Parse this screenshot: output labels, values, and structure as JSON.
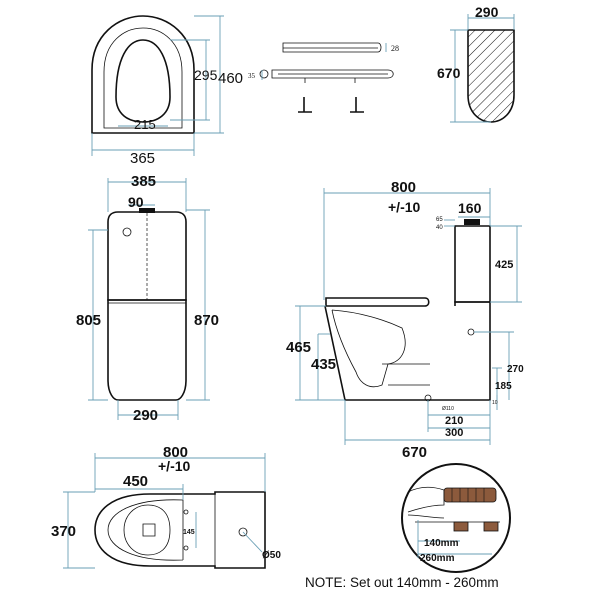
{
  "seat_top": {
    "width": "365",
    "height": "460",
    "inner_height": "295",
    "inner_width": "215"
  },
  "seat_side": {
    "thickness": "28",
    "offset": "35"
  },
  "section": {
    "width": "290",
    "height": "670"
  },
  "front": {
    "cistern_width": "385",
    "flush_width": "90",
    "overall_height": "870",
    "pan_height": "805",
    "base_width": "290"
  },
  "side": {
    "projection": "800",
    "tolerance": "+/-10",
    "cistern_depth": "160",
    "small_a": "65",
    "small_b": "40",
    "cistern_height": "425",
    "overall_height": "465",
    "seat_height": "435",
    "inlet_height": "270",
    "outlet_height": "185",
    "outlet_a": "210",
    "outlet_b": "300",
    "base_depth": "670",
    "tiny_a": "Ø110",
    "tiny_b": "10"
  },
  "plan": {
    "projection": "800",
    "tolerance": "+/-10",
    "bowl_length": "450",
    "width": "370",
    "fixing_spacing": "145",
    "waste_diameter": "Ø50"
  },
  "detail": {
    "set_out_min": "140mm",
    "set_out_max": "260mm"
  },
  "note": "NOTE: Set out 140mm - 260mm",
  "colors": {
    "dimension_line": "#6a9fb5",
    "outline": "#111111",
    "pipe": "#8c5a3c"
  }
}
